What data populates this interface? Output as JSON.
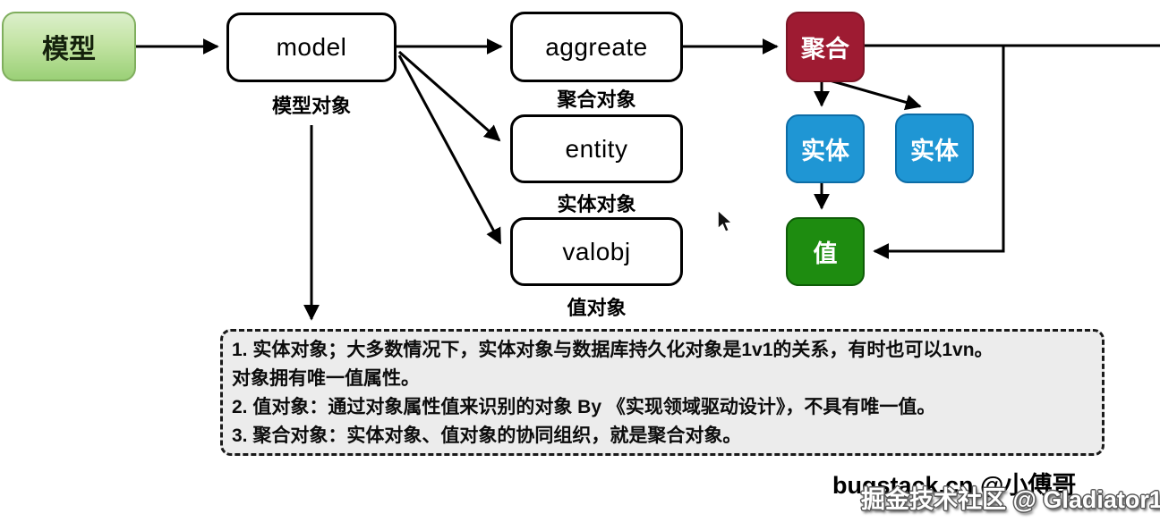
{
  "diagram": {
    "nodes": {
      "moxing": {
        "label": "模型"
      },
      "model": {
        "label": "model",
        "caption": "模型对象"
      },
      "aggreate": {
        "label": "aggreate",
        "caption": "聚合对象"
      },
      "entity": {
        "label": "entity",
        "caption": "实体对象"
      },
      "valobj": {
        "label": "valobj",
        "caption": "值对象"
      },
      "juhe": {
        "label": "聚合"
      },
      "shiti1": {
        "label": "实体"
      },
      "shiti2": {
        "label": "实体"
      },
      "zhi": {
        "label": "值"
      }
    },
    "note": {
      "lines": [
        "1. 实体对象；大多数情况下，实体对象与数据库持久化对象是1v1的关系，有时也可以1vn。",
        "对象拥有唯一值属性。",
        "2. 值对象：通过对象属性值来识别的对象 By 《实现领域驱动设计》，不具有唯一值。",
        "3. 聚合对象：实体对象、值对象的协同组织，就是聚合对象。"
      ]
    },
    "watermarks": {
      "primary": "bugstack.cn @小傅哥",
      "secondary": "掘金技术社区 @ Gladiator1"
    },
    "colors": {
      "source_green_fill": "#c3e4a4",
      "source_green_border": "#7fae5d",
      "aggregate_red_fill": "#9e1b32",
      "entity_blue_fill": "#1f96d4",
      "value_green_fill": "#1e8c10",
      "box_border_black": "#000000",
      "note_background": "#ececec",
      "arrow_black": "#000000"
    }
  }
}
